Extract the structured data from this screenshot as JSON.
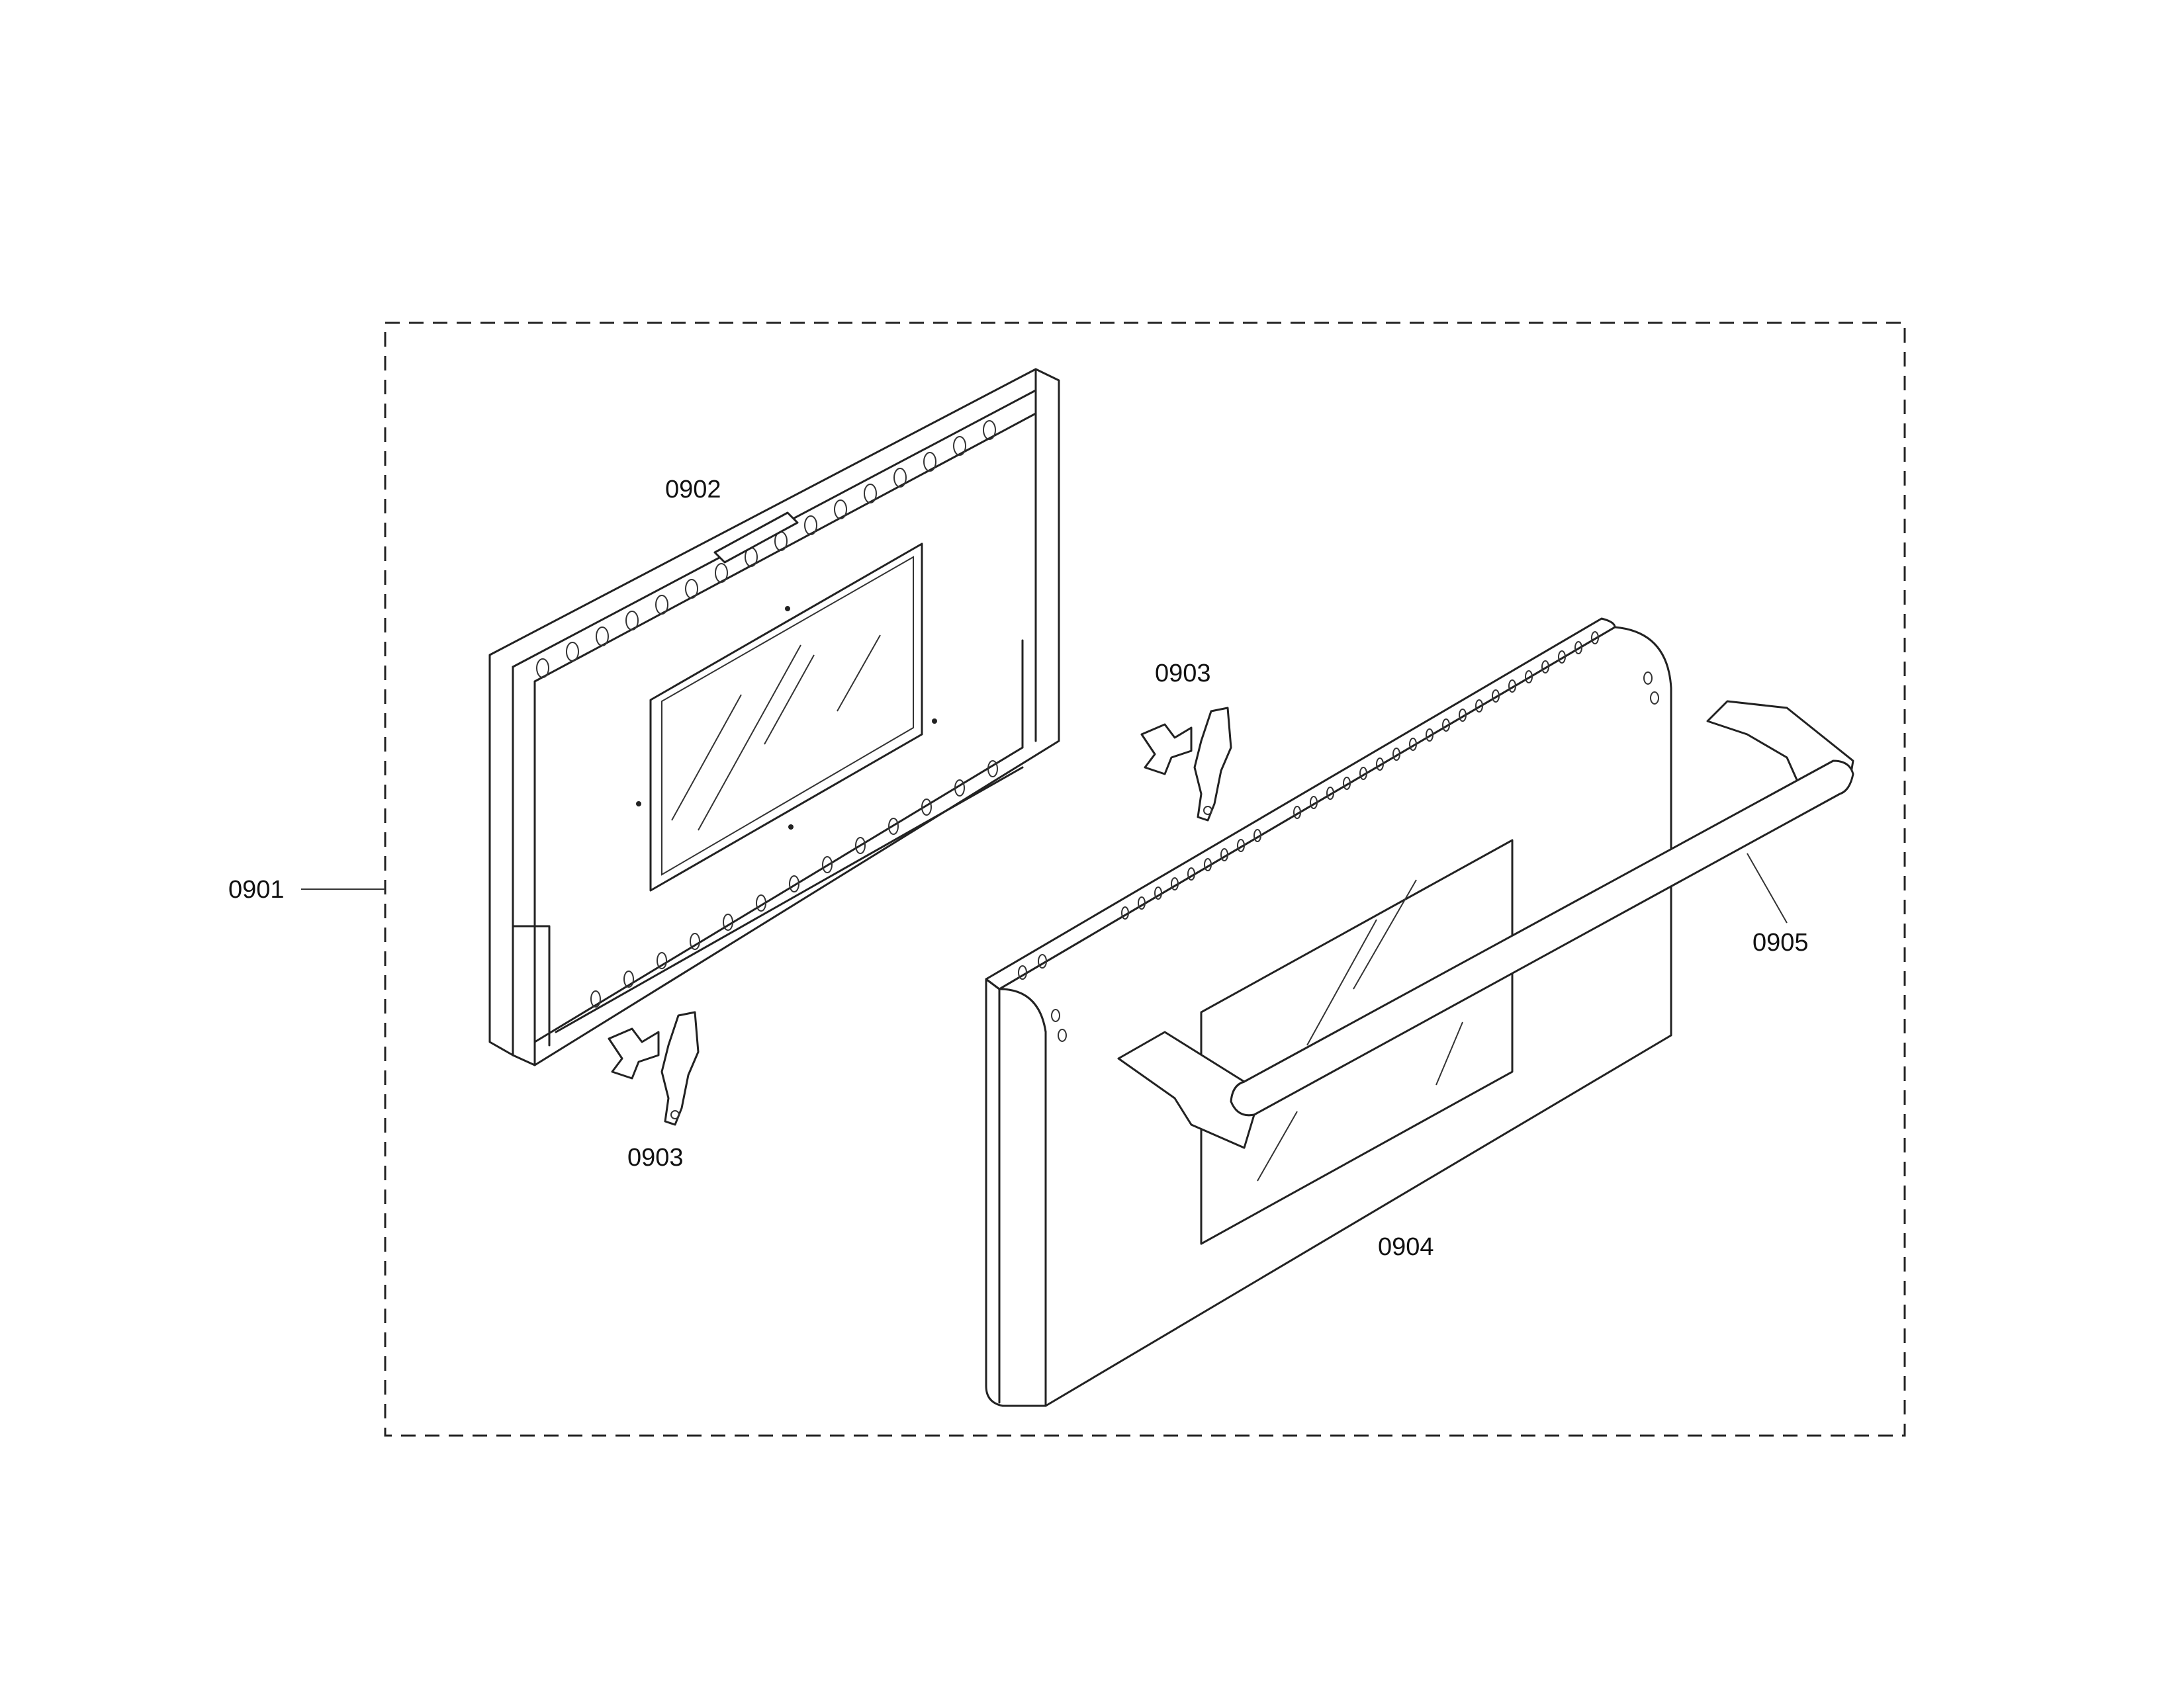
{
  "callouts": {
    "door_assembly": "0901",
    "inner_door_frame": "0902",
    "hinge_upper": "0903",
    "hinge_lower": "0903",
    "outer_door_panel": "0904",
    "handle": "0905"
  },
  "colors": {
    "line": "#222222",
    "background": "#ffffff"
  }
}
